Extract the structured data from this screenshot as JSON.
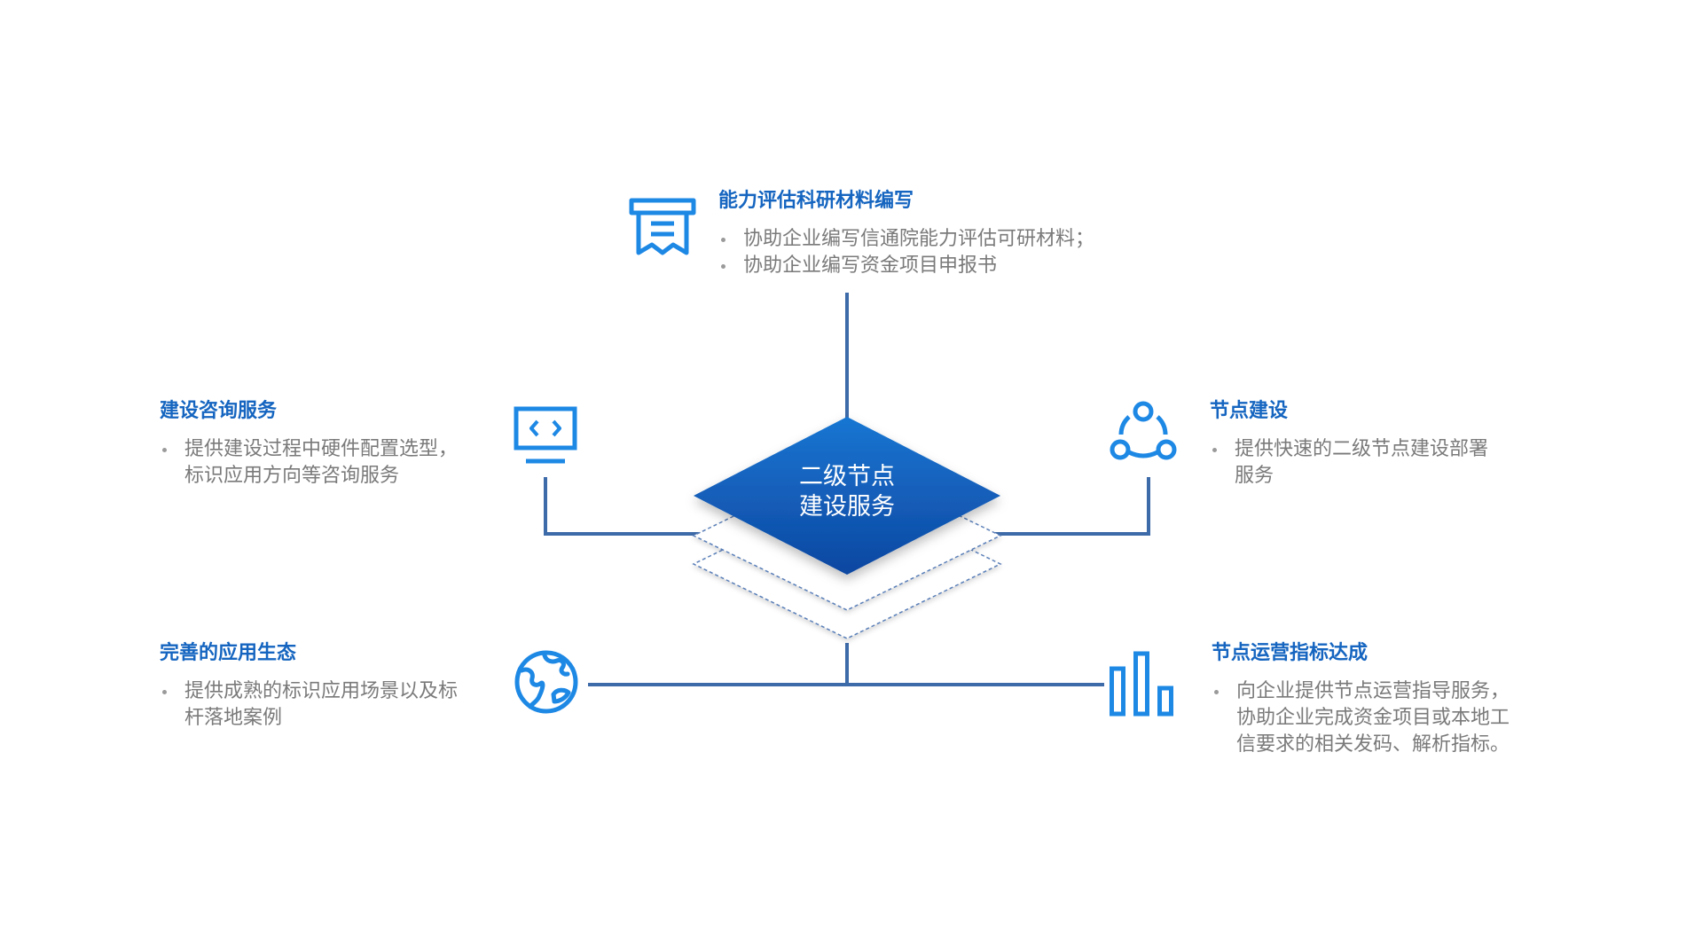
{
  "center": {
    "line1": "二级节点",
    "line2": "建设服务"
  },
  "blocks": {
    "top": {
      "title": "能力评估科研材料编写",
      "items": [
        "协助企业编写信通院能力评估可研材料；",
        "协助企业编写资金项目申报书"
      ],
      "icon": "receipt-icon"
    },
    "left_upper": {
      "title": "建设咨询服务",
      "items": [
        "提供建设过程中硬件配置选型，\n标识应用方向等咨询服务"
      ],
      "icon": "code-monitor-icon"
    },
    "right_upper": {
      "title": "节点建设",
      "items": [
        "提供快速的二级节点建设部署\n服务"
      ],
      "icon": "node-network-icon"
    },
    "left_lower": {
      "title": "完善的应用生态",
      "items": [
        "提供成熟的标识应用场景以及标\n杆落地案例"
      ],
      "icon": "globe-icon"
    },
    "right_lower": {
      "title": "节点运营指标达成",
      "items": [
        "向企业提供节点运营指导服务，\n协助企业完成资金项目或本地工\n信要求的相关发码、解析指标。"
      ],
      "icon": "bar-chart-icon"
    }
  },
  "colors": {
    "accent": "#1565c0",
    "icon": "#1e88e5",
    "line": "#3d6aa8",
    "text": "#7a7a7a",
    "diamond_top": "#1976d2",
    "diamond_bottom": "#0d47a1"
  }
}
